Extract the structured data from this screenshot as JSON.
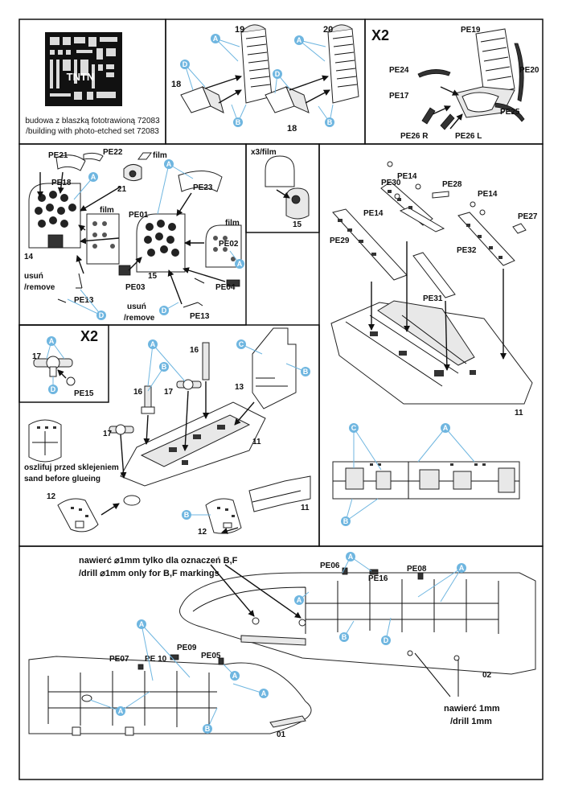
{
  "colors": {
    "callout": "#6fb6e0",
    "ink": "#111111"
  },
  "panel1": {
    "photoetch_logo": "TNTN",
    "caption_line1": "budowa z blaszką fototrawioną 72083",
    "caption_line2": "/building with photo-etched set 72083"
  },
  "panel2": {
    "part_19": "19",
    "part_18a": "18",
    "part_20": "20",
    "part_18b": "18"
  },
  "panel3": {
    "multiplier": "X2",
    "labels": {
      "pe19": "PE19",
      "pe24": "PE24",
      "pe20": "PE20",
      "pe17": "PE17",
      "pe25": "PE25",
      "pe26r": "PE26 R",
      "pe26l": "PE26 L"
    }
  },
  "panel4": {
    "labels": {
      "pe21": "PE21",
      "pe22": "PE22",
      "film1": "film",
      "pe18": "PE18",
      "p21": "21",
      "pe23": "PE23",
      "film2": "film",
      "pe01": "PE01",
      "film3": "film",
      "pe02": "PE02",
      "p14": "14",
      "p15": "15",
      "pe03": "PE03",
      "pe04": "PE04",
      "pe13a": "PE13",
      "pe13b": "PE13"
    },
    "remove1_pl": "usuń",
    "remove1_en": "/remove",
    "remove2_pl": "usuń",
    "remove2_en": "/remove"
  },
  "panel5": {
    "multiplier": "x3/film",
    "p15": "15"
  },
  "panel6": {
    "labels": {
      "pe30": "PE30",
      "pe14a": "PE14",
      "pe28": "PE28",
      "pe14b": "PE14",
      "pe14c": "PE14",
      "pe29": "PE29",
      "pe27": "PE27",
      "pe32": "PE32",
      "pe31": "PE31",
      "p11": "11"
    }
  },
  "panel7": {
    "multiplier": "X2",
    "p17": "17",
    "pe15": "PE15"
  },
  "panel8": {
    "labels": {
      "p16a": "16",
      "p16b": "16",
      "p17a": "17",
      "p17b": "17",
      "p13": "13",
      "p11a": "11",
      "p12a": "12",
      "p12b": "12",
      "p11b": "11"
    },
    "sand_pl": "oszlifuj przed sklejeniem",
    "sand_en": "sand before glueing"
  },
  "panel9": {
    "drill_note_pl": "nawierć ⌀1mm tylko dla oznaczeń B,F",
    "drill_note_en": "/drill  ⌀1mm only for B,F markings",
    "drill2_pl": "nawierć 1mm",
    "drill2_en": "/drill 1mm",
    "labels": {
      "pe06": "PE06",
      "pe16": "PE16",
      "pe08": "PE08",
      "pe07": "PE07",
      "pe10": "PE 10",
      "pe09": "PE09",
      "pe05": "PE05",
      "p01": "01",
      "p02": "02"
    }
  },
  "callouts": {
    "a": "A",
    "b": "B",
    "c": "C",
    "d": "D"
  }
}
